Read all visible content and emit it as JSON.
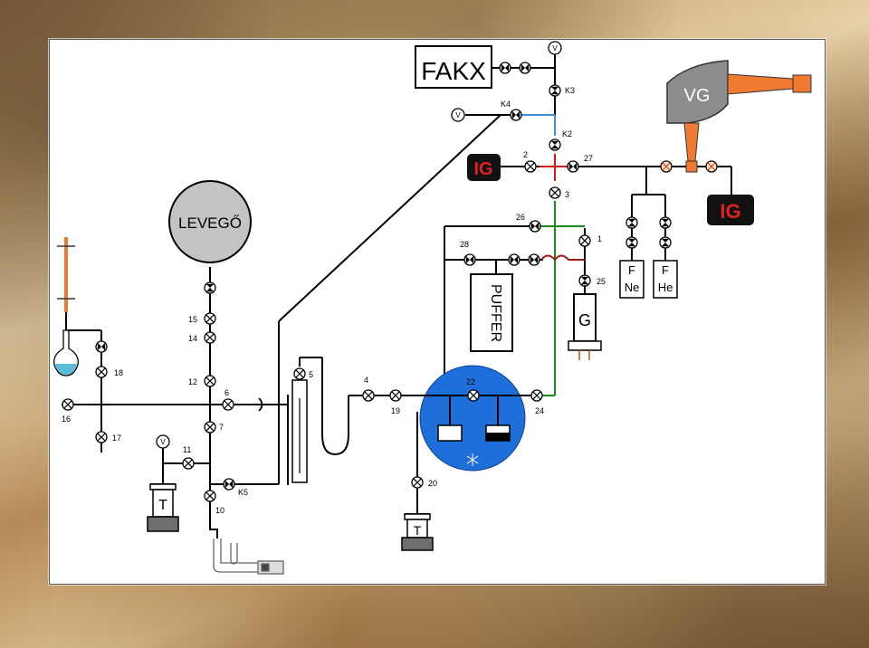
{
  "boxes": {
    "fakx": "FAKX",
    "vg": "VG",
    "ig_left": "IG",
    "ig_right": "IG",
    "levego": "LEVEGŐ",
    "puffer": "PUFFER",
    "g": "G",
    "f_ne_top": "F",
    "f_ne_bottom": "Ne",
    "f_he_top": "F",
    "f_he_bottom": "He",
    "t_left": "T",
    "t_right": "T",
    "v1": "V",
    "v2": "V",
    "v3": "V"
  },
  "valves": {
    "k3": "K3",
    "k4": "K4",
    "k2": "K2",
    "k5": "K5",
    "v1": "1",
    "v2": "2",
    "v3": "3",
    "v4": "4",
    "v5": "5",
    "v6": "6",
    "v7": "7",
    "v10": "10",
    "v11": "11",
    "v12": "12",
    "v14": "14",
    "v15": "15",
    "v16": "16",
    "v17": "17",
    "v18": "18",
    "v19": "19",
    "v20": "20",
    "v22": "22",
    "v24": "24",
    "v25": "25",
    "v26": "26",
    "v27": "27",
    "v28": "28"
  },
  "colors": {
    "pipe": "#000000",
    "blue_pipe": "#3a8fd8",
    "red_pipe": "#d01818",
    "green_pipe": "#1a8a1a",
    "orange": "#f07a30",
    "chamber": "#1e6fd9",
    "ig_box": "#111111",
    "gray": "#9c9c9c"
  }
}
